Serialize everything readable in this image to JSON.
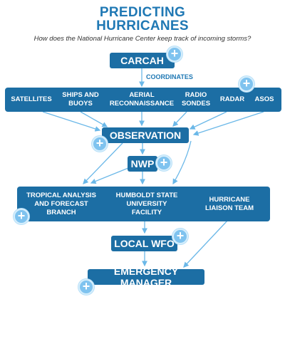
{
  "header": {
    "title_line1": "PREDICTING",
    "title_line2": "HURRICANES",
    "subtitle": "How does the National Hurricane Center keep track of incoming storms?"
  },
  "nodes": {
    "carcah": "CARCAH",
    "coordinates": "COORDINATES",
    "sources": [
      "SATELLITES",
      "SHIPS AND BUOYS",
      "AERIAL RECONNAISSANCE",
      "RADIO SONDES",
      "RADAR",
      "ASOS"
    ],
    "observation": "OBSERVATION",
    "nwp": "NWP",
    "branches": [
      "TROPICAL ANALYSIS AND FORECAST BRANCH",
      "HUMBOLDT STATE UNIVERSITY FACILITY",
      "HURRICANE LIAISON TEAM"
    ],
    "local_wfo": "LOCAL WFO",
    "emergency_manager": "EMERGENCY MANAGER"
  },
  "expand_symbol": "+",
  "colors": {
    "box": "#1c6ea4",
    "title": "#1f78b4",
    "arrow": "#6bb8e8",
    "expand": "#7fc3ef"
  }
}
